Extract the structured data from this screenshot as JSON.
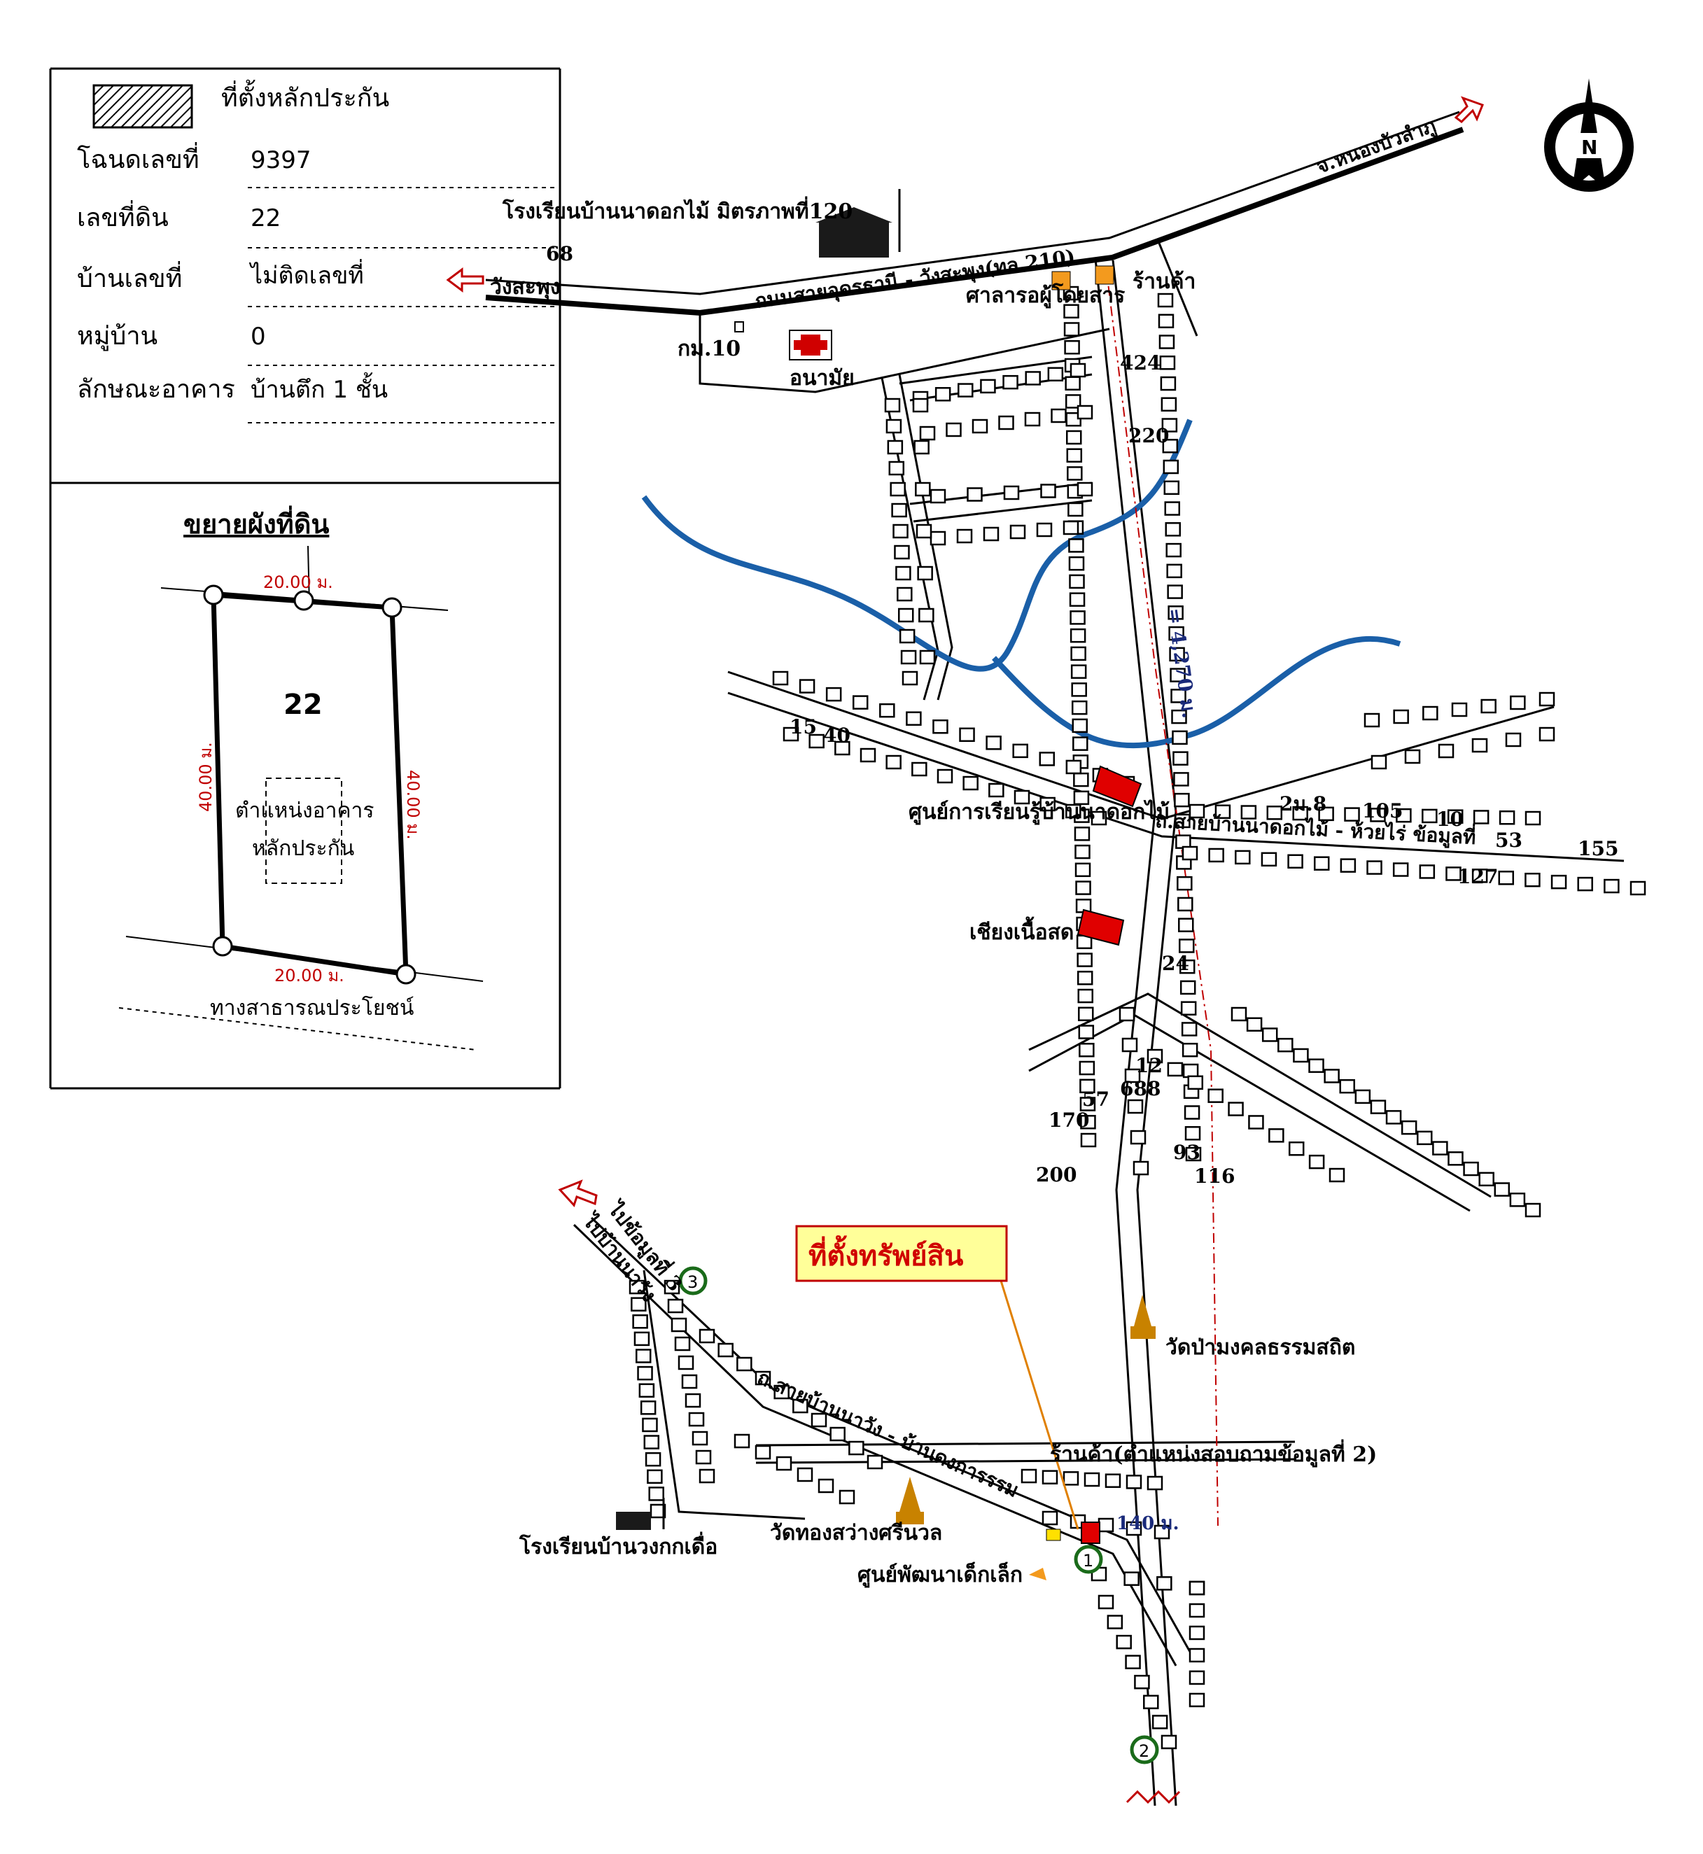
{
  "legend": {
    "collateral_label": "ที่ตั้งหลักประกัน",
    "rows": [
      {
        "label": "โฉนดเลขที่",
        "value": "9397"
      },
      {
        "label": "เลขที่ดิน",
        "value": "22"
      },
      {
        "label": "บ้านเลขที่",
        "value": "ไม่ติดเลขที่"
      },
      {
        "label": "หมู่บ้าน",
        "value": "0"
      },
      {
        "label": "ลักษณะอาคาร",
        "value": "บ้านตึก 1 ชั้น"
      }
    ]
  },
  "plot": {
    "title": "ขยายผังที่ดิน",
    "parcel_number": "22",
    "top_dim": "20.00 ม.",
    "bottom_dim": "20.00 ม.",
    "left_dim": "40.00 ม.",
    "right_dim": "40.00 ม.",
    "building_line1": "ตำแหน่งอาคาร",
    "building_line2": "หลักประกัน",
    "road_label": "ทางสาธารณประโยชน์"
  },
  "map": {
    "to_nongbualam": "จ.หนองบัวลำภู",
    "to_wangsaphung": "วังสะพุง",
    "main_road": "ถนนสายอุดรธานี - วังสะพุง(ทล.210)",
    "school_top": "โรงเรียนบ้านนาดอกไม้ มิตรภาพที่120",
    "bus_stop": "ศาลารอผู้โดยสาร",
    "shop_top": "ร้านค้า",
    "km": "กม.10",
    "health": "อนามัย",
    "learning_center": "ศูนย์การเรียนรู้บ้านนาดอกไม้",
    "fresh_market": "เชียงเนื้อสด",
    "distance": "= 4,270 ม.",
    "temple_pamongkol": "วัดป่ามงคลธรรมสถิต",
    "shop_survey": "ร้านค้า(ตำแหน่งสอบถามข้อมูลที่ 2)",
    "temple_thongsawang": "วัดทองสว่างศรีนวล",
    "school_bottom": "โรงเรียนบ้านวงกกเดื่อ",
    "child_center": "ศูนย์พัฒนาเด็กเล็ก",
    "property_label": "ที่ตั้งทรัพย์สิน",
    "distance_short": "140 ม.",
    "to_data3": "ไปข้อมูลที่ 3",
    "to_nawang": "ไปบ้านนาวัง",
    "east_road": "ถ.สายบ้านนาดอกไม้ - ห้วยไร่ ข้อมูลที่",
    "road_bottom": "ถ.สายบ้านนาวัง - บ้านดงการรรม",
    "house_numbers": [
      "68",
      "424",
      "220",
      "15",
      "40",
      "2ม.8",
      "105",
      "10",
      "53",
      "155",
      "127",
      "24",
      "12",
      "688",
      "57",
      "170",
      "93",
      "116",
      "200"
    ],
    "markers": [
      "1",
      "2",
      "3"
    ]
  },
  "compass": {
    "letter": "N"
  }
}
